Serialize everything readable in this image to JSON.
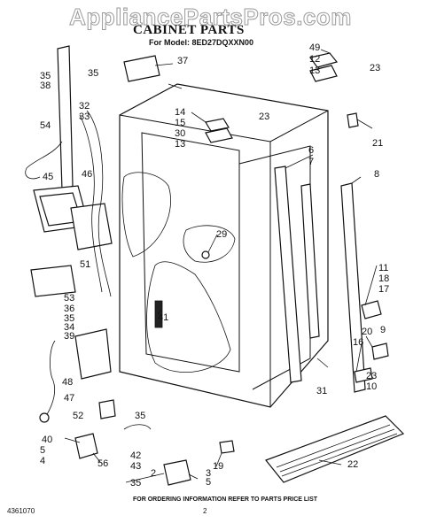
{
  "watermark": "AppliancePartsPros.com",
  "header": {
    "title": "CABINET PARTS",
    "model": "For Model: 8ED27DQXXN00"
  },
  "callouts": [
    "49",
    "12",
    "13",
    "23",
    "37",
    "35",
    "38",
    "35",
    "54",
    "32",
    "33",
    "14",
    "15",
    "30",
    "13",
    "23",
    "21",
    "6",
    "7",
    "8",
    "46",
    "45",
    "29",
    "11",
    "18",
    "17",
    "53",
    "36",
    "35",
    "34",
    "39",
    "41",
    "9",
    "20",
    "16",
    "23",
    "10",
    "31",
    "48",
    "47",
    "52",
    "35",
    "40",
    "5",
    "4",
    "56",
    "42",
    "43",
    "35",
    "2",
    "3",
    "5",
    "19",
    "22",
    "51"
  ],
  "footer": {
    "doc_number": "4361070",
    "note": "FOR ORDERING INFORMATION REFER TO PARTS PRICE LIST",
    "page": "2"
  }
}
